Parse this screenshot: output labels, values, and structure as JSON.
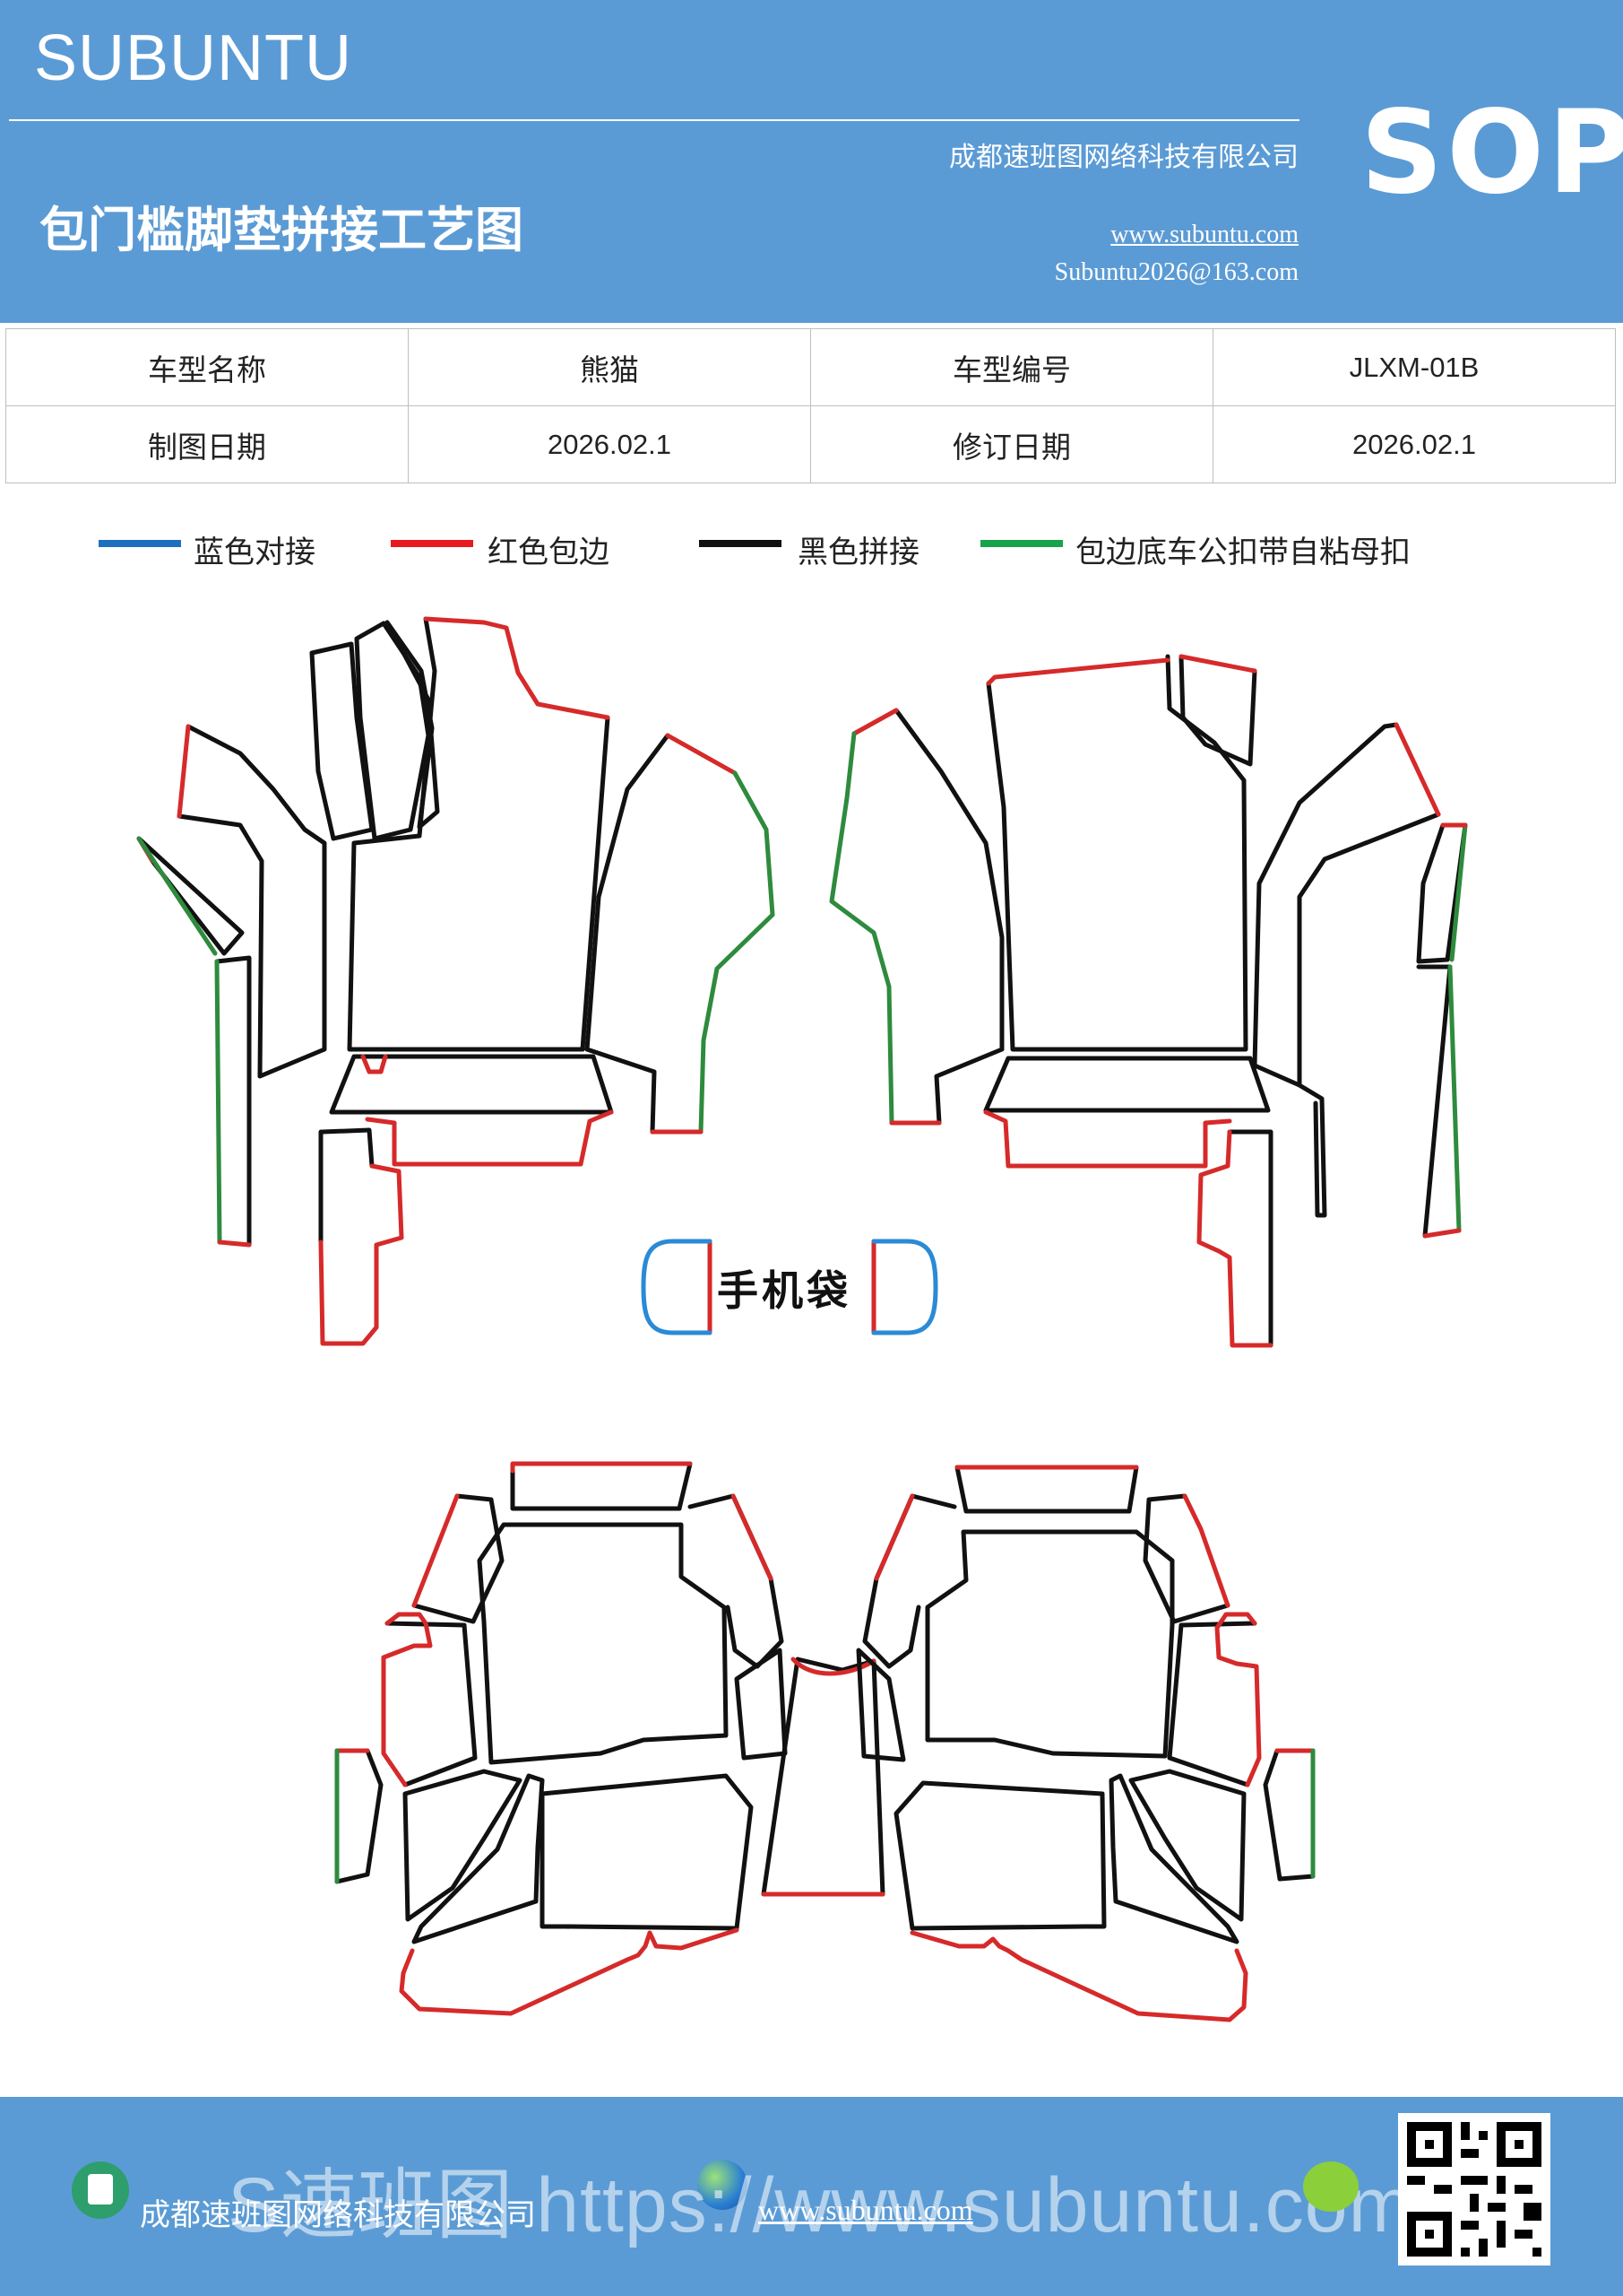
{
  "header": {
    "brand": "SUBUNTU",
    "doc_title": "包门槛脚垫拼接工艺图",
    "company": "成都速班图网络科技有限公司",
    "website": "www.subuntu.com",
    "email": "Subuntu2026@163.com",
    "badge": "SOP"
  },
  "info": {
    "model_name_label": "车型名称",
    "model_name": "熊猫",
    "model_code_label": "车型编号",
    "model_code": "JLXM-01B",
    "draw_date_label": "制图日期",
    "draw_date": "2026.02.1",
    "revise_date_label": "修订日期",
    "revise_date": "2026.02.1"
  },
  "legend": [
    {
      "label": "蓝色对接",
      "color": "#1f6fbf"
    },
    {
      "label": "红色包边",
      "color": "#e8191f"
    },
    {
      "label": "黑色拼接",
      "color": "#111111"
    },
    {
      "label": "包边底车公扣带自粘母扣",
      "color": "#16a34a"
    }
  ],
  "diagram": {
    "phone_pocket_label": "手机袋",
    "colors": {
      "black": "#111111",
      "red": "#d62a2a",
      "green": "#2e8b3d",
      "blue": "#2a8ad6"
    }
  },
  "footer": {
    "company": "成都速班图网络科技有限公司",
    "website": "www.subuntu.com",
    "watermark": "S速班图 https://www.subuntu.com",
    "icons": [
      "building-icon",
      "globe-icon",
      "wechat-icon",
      "qr-code"
    ]
  }
}
